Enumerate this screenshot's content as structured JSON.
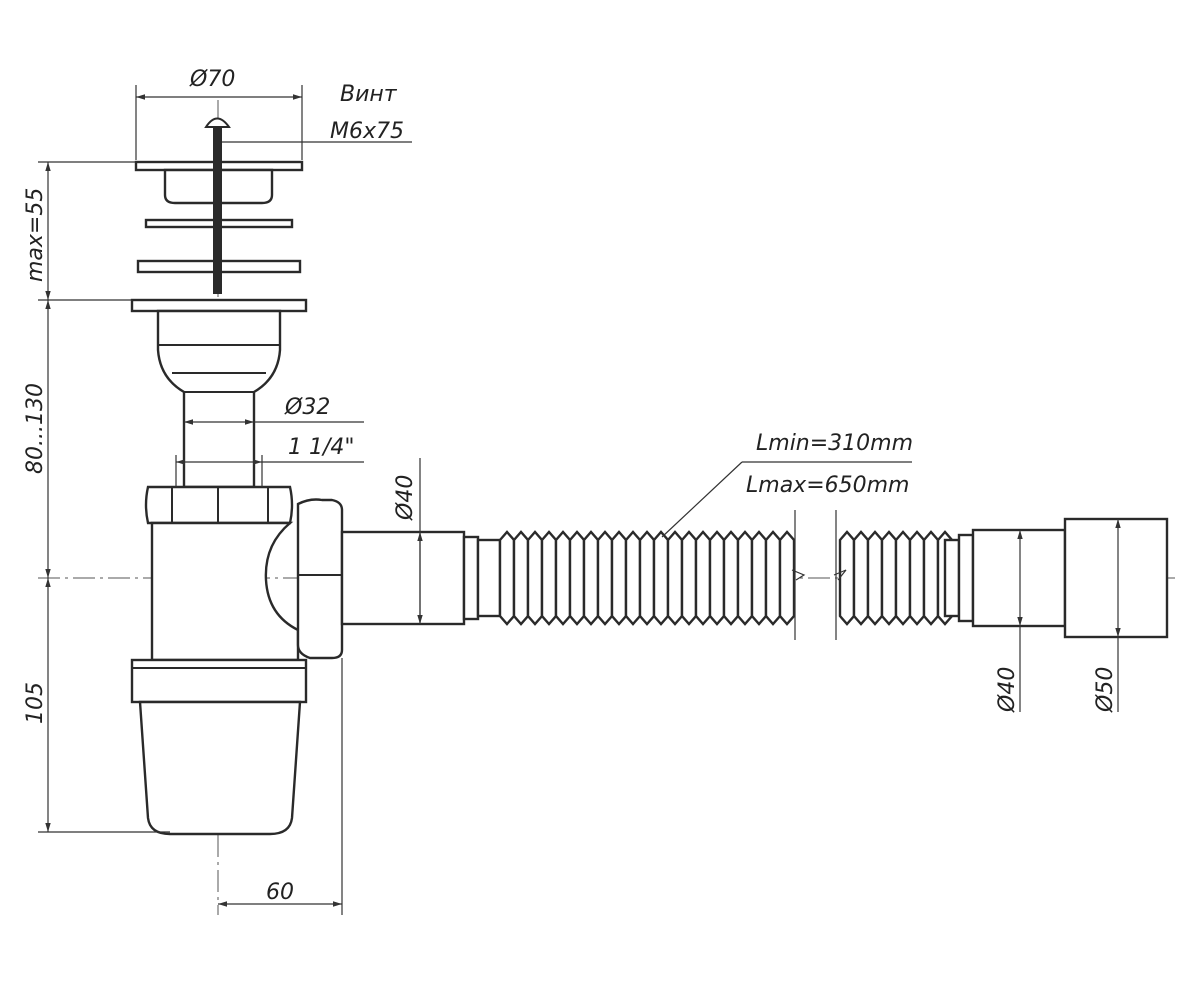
{
  "drawing": {
    "screw_label_line1": "Винт",
    "screw_label_line2": "M6x75",
    "dim_top_diameter": "Ø70",
    "dim_pipe_diameter": "Ø32",
    "dim_thread": "1 1/4\"",
    "dim_outlet_diameter": "Ø40",
    "dim_hose_length_min": "Lmin=310mm",
    "dim_hose_length_max": "Lmax=650mm",
    "dim_end_inner_diameter": "Ø40",
    "dim_end_outer_diameter": "Ø50",
    "dim_clamp_height": "max=55",
    "dim_pipe_height": "80...130",
    "dim_trap_height": "105",
    "dim_outlet_offset": "60"
  },
  "colors": {
    "line": "#2a2a2a",
    "background": "#ffffff"
  }
}
